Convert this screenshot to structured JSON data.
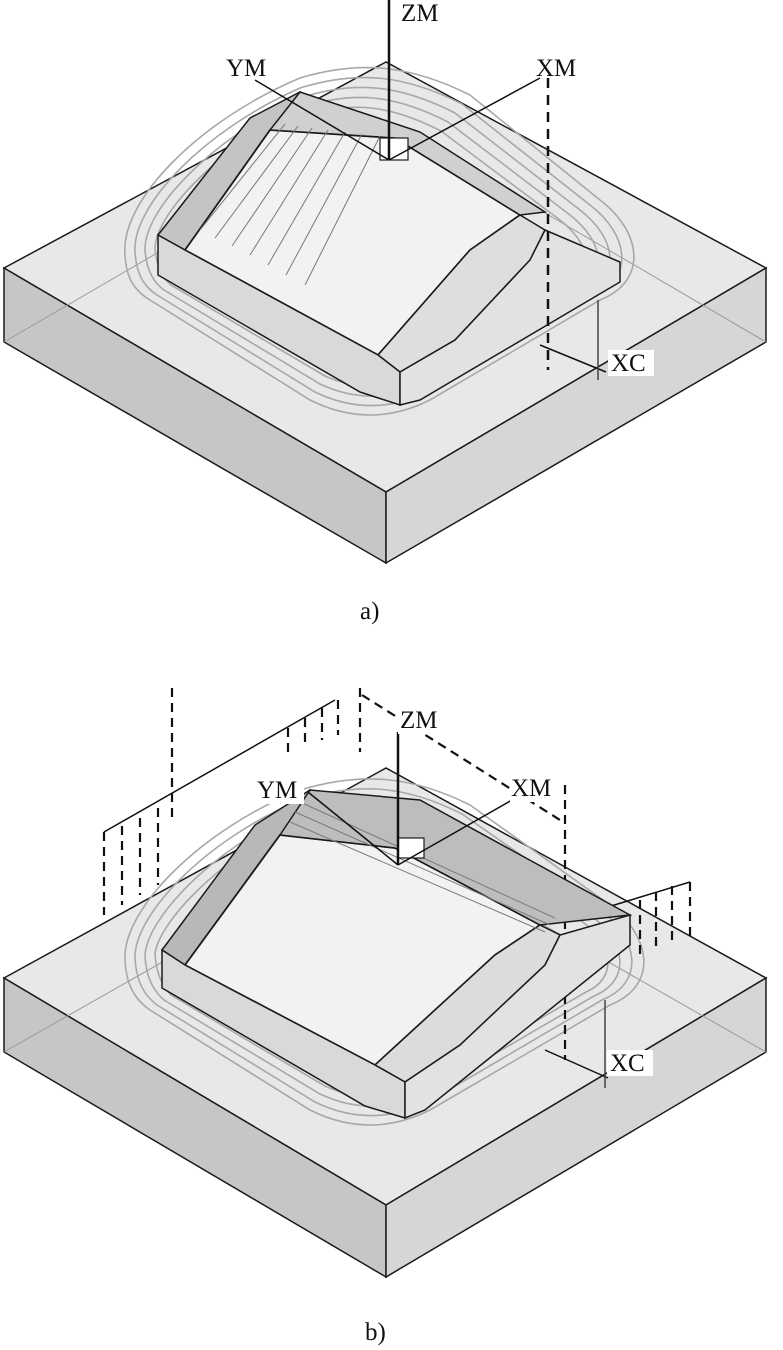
{
  "figures": [
    {
      "id": "a",
      "caption": "a)",
      "axes": {
        "z": "ZM",
        "y": "YM",
        "x": "XM",
        "c": "XC"
      }
    },
    {
      "id": "b",
      "caption": "b)",
      "axes": {
        "z": "ZM",
        "y": "YM",
        "x": "XM",
        "c": "XC"
      }
    }
  ],
  "colors": {
    "block_top": "#e6e6e6",
    "block_side_left": "#bdbdbd",
    "block_side_right": "#cfcfcf",
    "part_top": "#f2f2f2",
    "part_face": "#d9d9d9",
    "toolpath": "#a8a8a8",
    "edge": "#1a1a1a"
  }
}
